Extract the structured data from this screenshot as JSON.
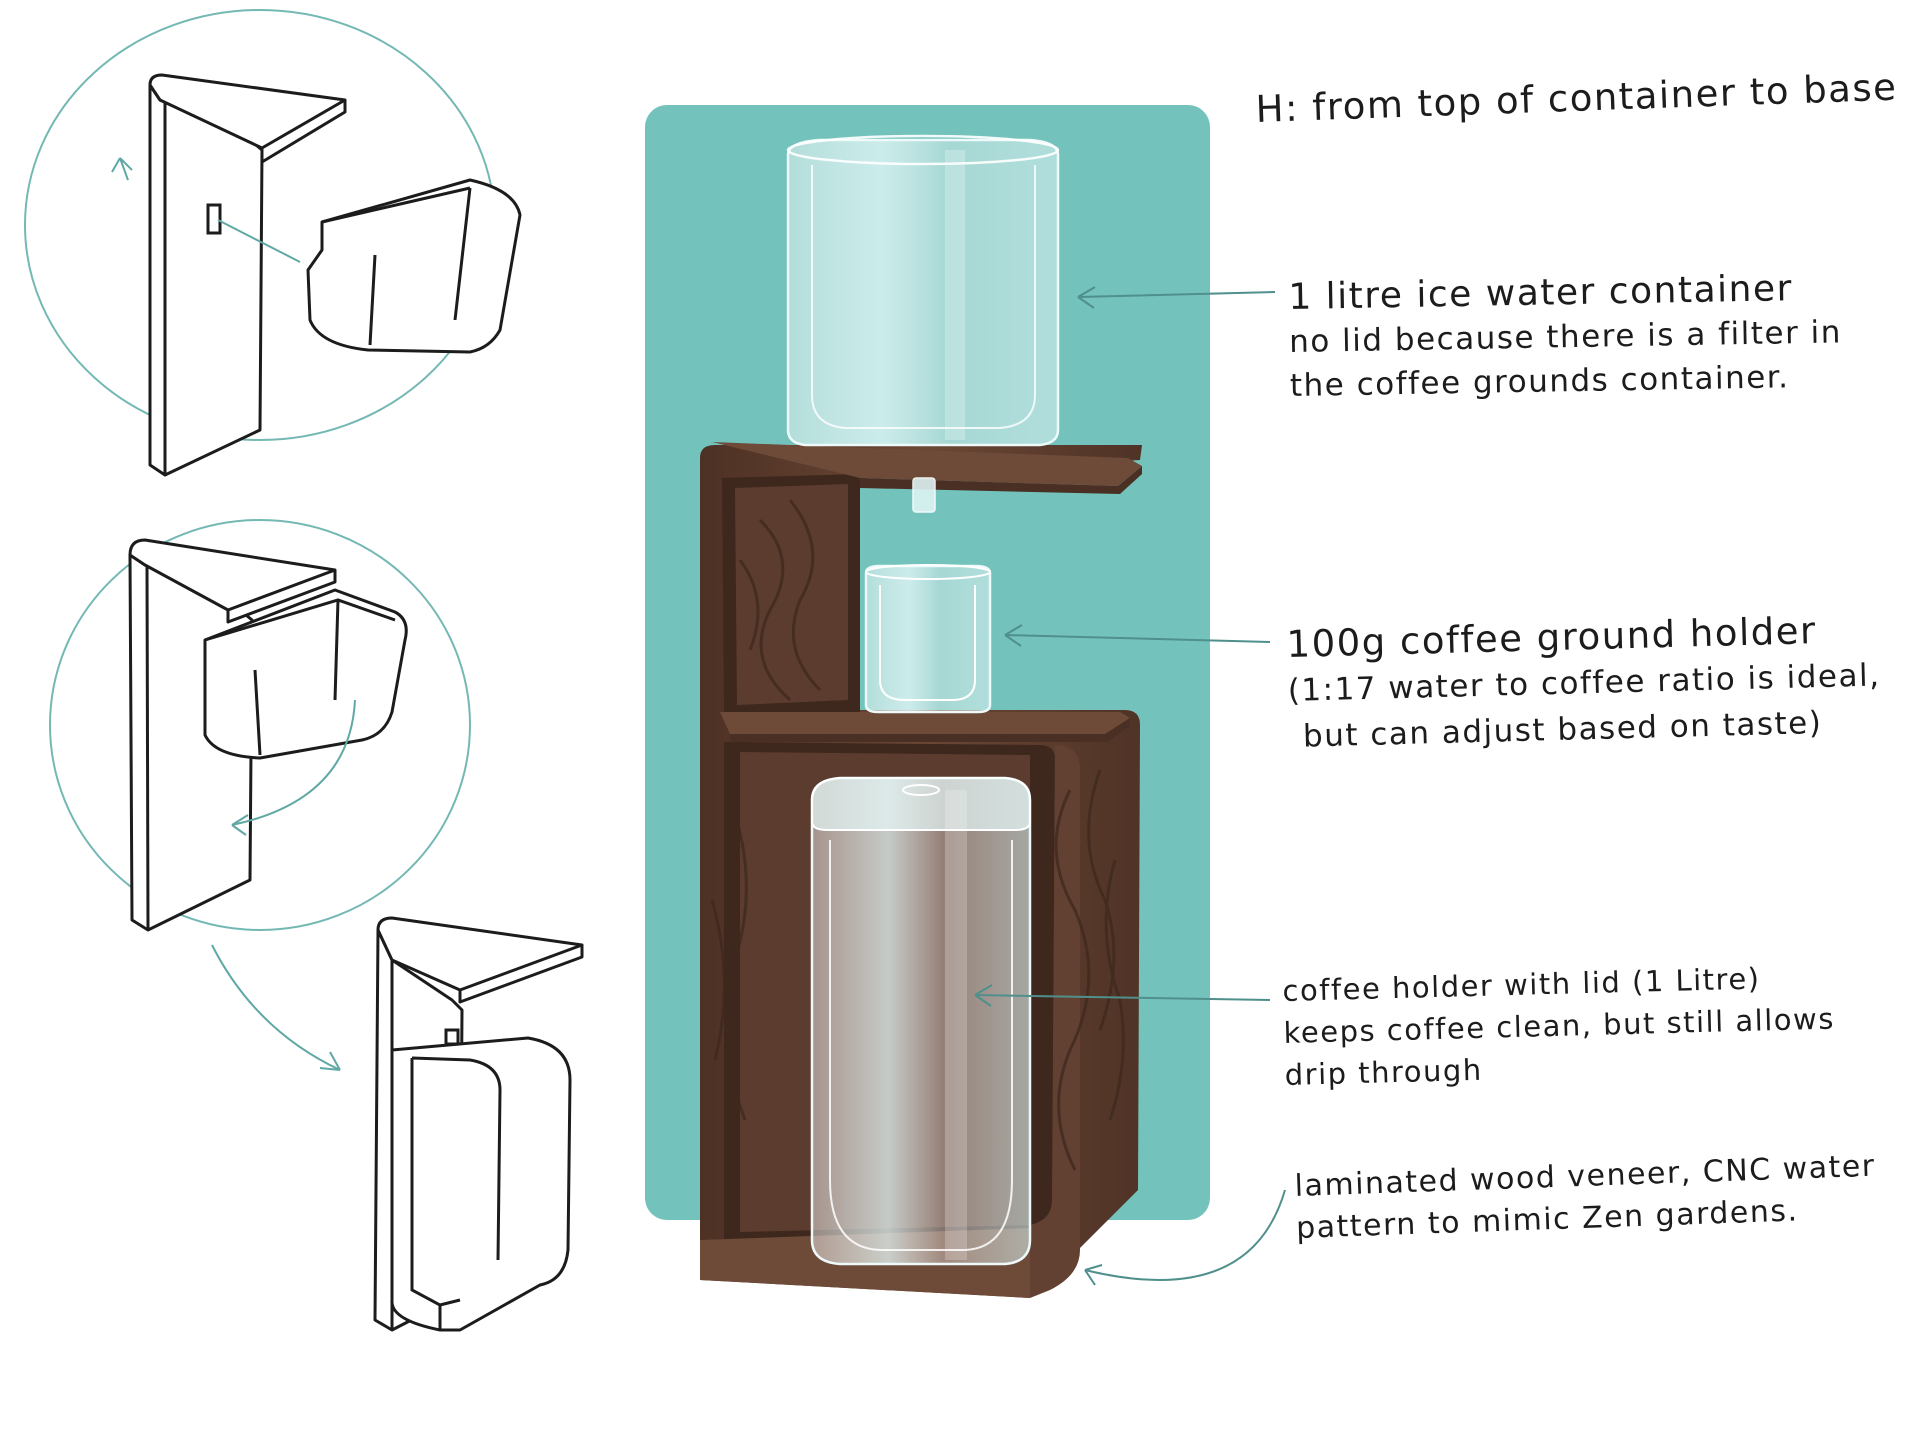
{
  "annotations": {
    "height_note": "H: from top of container to base",
    "ice_container": {
      "title": "1 litre ice water container",
      "lines": [
        "no lid because there is a filter in",
        "the coffee grounds container."
      ]
    },
    "ground_holder": {
      "title": "100g coffee ground holder",
      "lines": [
        "(1:17 water to coffee ratio is ideal,",
        "but can adjust based on taste)"
      ]
    },
    "coffee_holder": {
      "lines": [
        "coffee holder with lid (1 Litre)",
        "keeps coffee clean, but still allows",
        "drip through"
      ]
    },
    "wood": {
      "lines": [
        "laminated wood veneer, CNC water",
        "pattern to mimic Zen gardens."
      ]
    }
  },
  "colors": {
    "teal_background": "#74c2bc",
    "wood_dark": "#5a3a2c",
    "wood_mid": "#6b4735",
    "glass": "#d9f2f2",
    "sketch_line": "#1c1c1c",
    "accent_line": "#5fa8a4"
  }
}
